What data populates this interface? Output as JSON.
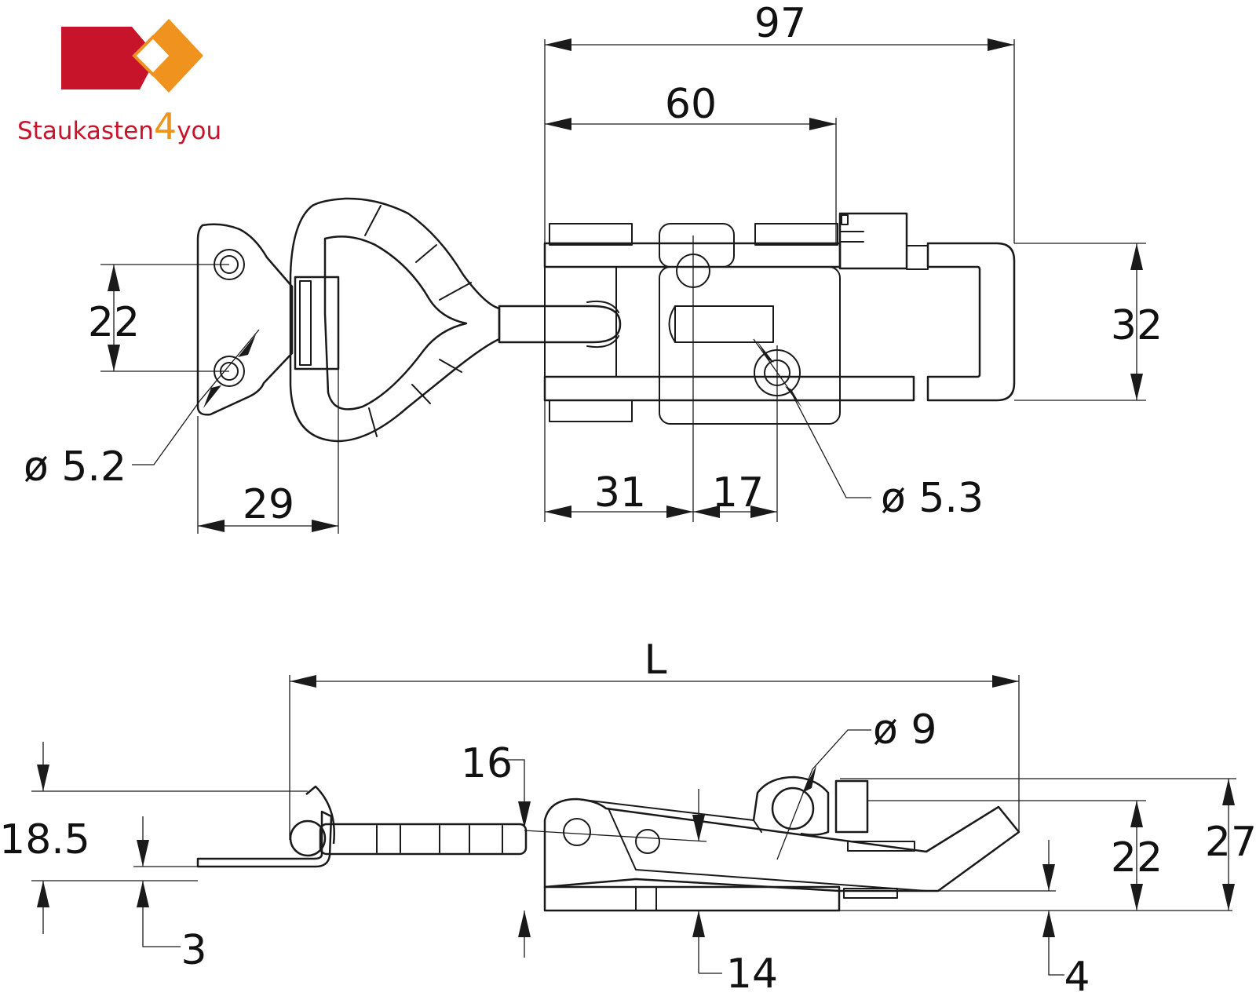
{
  "brand": {
    "name_part1": "Staukasten",
    "name_digit": "4",
    "name_part2": "you",
    "colors": {
      "red": "#c8142b",
      "orange": "#f0921e"
    }
  },
  "dimensions_top": {
    "overall_97": "97",
    "span_60": "60",
    "height_32": "32",
    "hole_spacing_22": "22",
    "hole_dia_left": "ø 5.2",
    "plate_width_29": "29",
    "offset_31": "31",
    "offset_17": "17",
    "hole_dia_right": "ø 5.3"
  },
  "dimensions_side": {
    "length_L": "L",
    "pin_dia": "ø 9",
    "height_16": "16",
    "height_18_5": "18.5",
    "thickness_3": "3",
    "height_22": "22",
    "height_27": "27",
    "height_14": "14",
    "height_4": "4"
  }
}
